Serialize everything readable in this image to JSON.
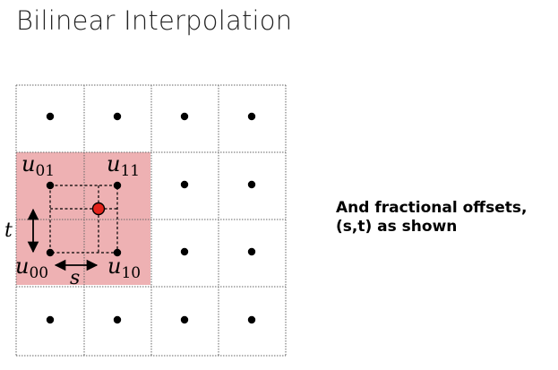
{
  "slide": {
    "title": "Bilinear Interpolation",
    "caption_line1": "And fractional offsets,",
    "caption_line2": "(s,t) as shown"
  },
  "diagram": {
    "grid_cols": 4,
    "grid_rows": 4,
    "highlight_color": "#eeb1b3",
    "sample_point_color": "#e4231b",
    "labels": {
      "u00_base": "u",
      "u00_sub": "00",
      "u01_base": "u",
      "u01_sub": "01",
      "u10_base": "u",
      "u10_sub": "10",
      "u11_base": "u",
      "u11_sub": "11",
      "s": "s",
      "t": "t"
    }
  }
}
